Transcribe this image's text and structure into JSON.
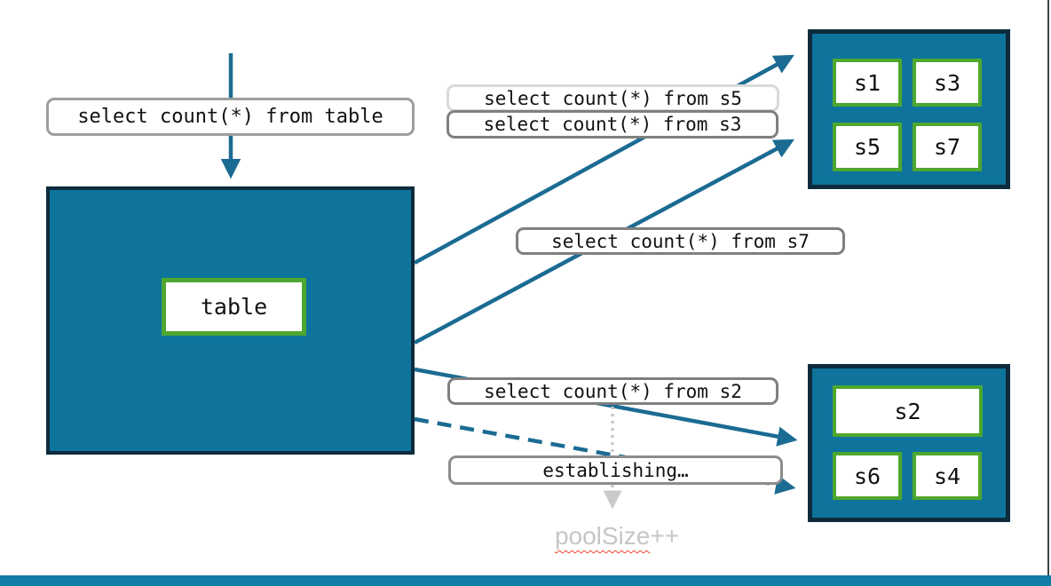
{
  "labels": {
    "query_table": "select count(*) from table",
    "query_s5": "select count(*) from s5",
    "query_s3": "select count(*) from s3",
    "query_s7": "select count(*) from s7",
    "query_s2": "select count(*) from s2",
    "establishing": "establishing…",
    "pool_size_word": "poolSize",
    "pool_size_suffix": "++"
  },
  "main_table": {
    "label": "table"
  },
  "shard_pool_top": {
    "cells": [
      "s1",
      "s3",
      "s5",
      "s7"
    ]
  },
  "shard_pool_bottom": {
    "wide_cell": "s2",
    "cells": [
      "s6",
      "s4"
    ]
  },
  "colors": {
    "box_fill": "#0E749C",
    "box_border": "#0D2B3C",
    "arrow_teal": "#1B6B93",
    "shard_border_green": "#4EA72E",
    "label_border_dark_gray": "#7F7F7F",
    "label_border_medium_gray": "#9E9E9E",
    "label_border_light_gray": "#D9D9D9",
    "muted_gray": "#C6C6C6",
    "spellcheck_red": "#E8442E",
    "bottom_bar_teal": "#0F7CA8"
  }
}
